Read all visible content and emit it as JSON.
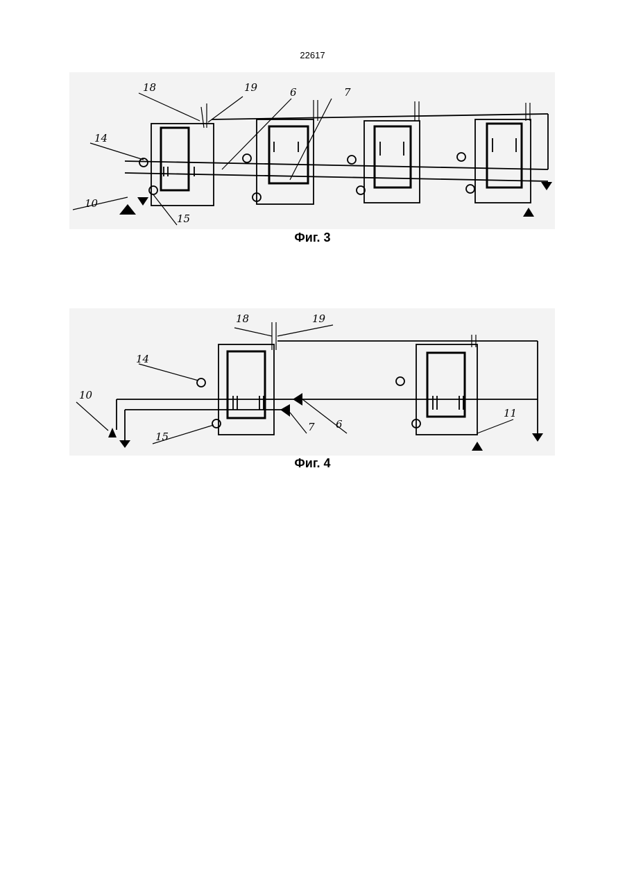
{
  "page_number": "22617",
  "figure3": {
    "caption": "Фиг. 3",
    "refs": {
      "r18": "18",
      "r19": "19",
      "r6": "6",
      "r7": "7",
      "r14": "14",
      "r10": "10",
      "r15": "15"
    }
  },
  "figure4": {
    "caption": "Фиг. 4",
    "refs": {
      "r18": "18",
      "r19": "19",
      "r14": "14",
      "r10": "10",
      "r15": "15",
      "r7": "7",
      "r6": "6",
      "r11": "11"
    }
  }
}
